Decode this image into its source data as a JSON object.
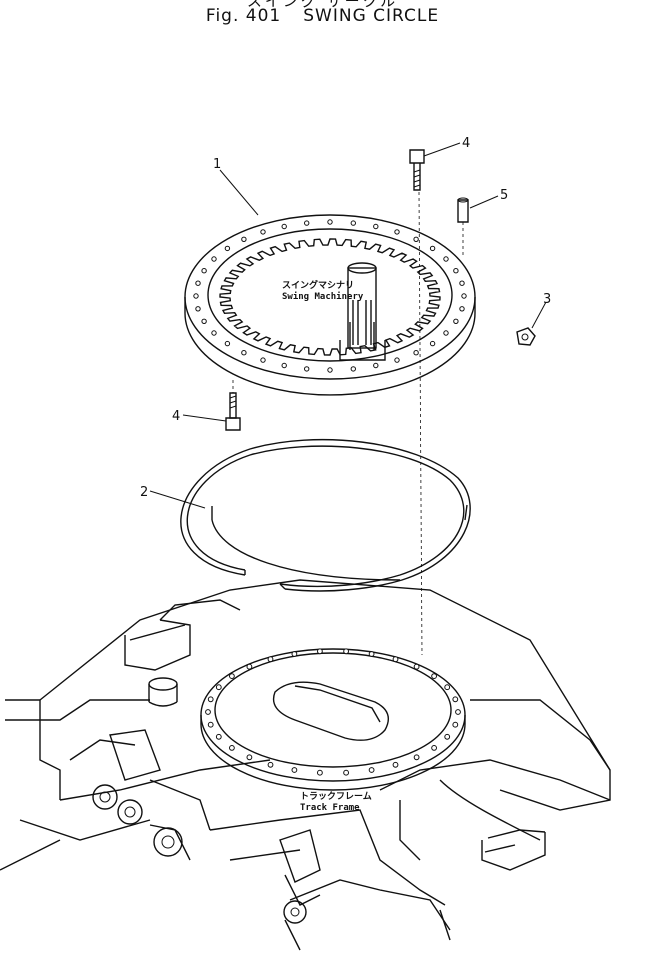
{
  "title": {
    "japanese": "スイング サークル",
    "figure": "Fig. 401",
    "english": "SWING CIRCLE"
  },
  "callouts": [
    "1",
    "2",
    "3",
    "4",
    "4",
    "5"
  ],
  "labels": {
    "swing_machinery_jp": "スイングマシナリ",
    "swing_machinery_en": "Swing Machinery",
    "track_frame_jp": "トラックフレーム",
    "track_frame_en": "Track Frame"
  }
}
